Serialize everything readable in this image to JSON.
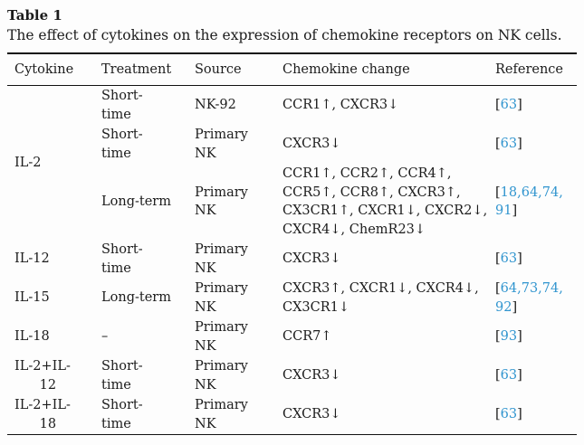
{
  "accent_color": "#3195cf",
  "text_color": "#1c1c1c",
  "table": {
    "title": "Table 1",
    "caption": "The effect of cytokines on the expression of chemokine receptors on NK cells.",
    "columns": [
      "Cytokine",
      "Treatment",
      "Source",
      "Chemokine change",
      "Reference"
    ],
    "rows": [
      {
        "cytokine": "IL-2",
        "cytokine_rowspan": 3,
        "treatment": "Short-\ntime",
        "source": "NK-92",
        "chemokine": "CCR1↑, CXCR3↓",
        "ref": "63"
      },
      {
        "treatment": "Short-\ntime",
        "source": "Primary\nNK",
        "chemokine": "CXCR3↓",
        "ref": "63"
      },
      {
        "treatment": "Long-term",
        "source": "Primary\nNK",
        "chemokine": "CCR1↑, CCR2↑, CCR4↑,\nCCR5↑, CCR8↑, CXCR3↑,\nCX3CR1↑, CXCR1↓, CXCR2↓,\nCXCR4↓, ChemR23↓",
        "ref": "18,64,74,\n91"
      },
      {
        "cytokine": "IL-12",
        "treatment": "Short-\ntime",
        "source": "Primary\nNK",
        "chemokine": "CXCR3↓",
        "ref": "63"
      },
      {
        "cytokine": "IL-15",
        "treatment": "Long-term",
        "source": "Primary\nNK",
        "chemokine": "CXCR3↑, CXCR1↓, CXCR4↓,\nCX3CR1↓",
        "ref": "64,73,74,\n92"
      },
      {
        "cytokine": "IL-18",
        "treatment": "–",
        "source": "Primary\nNK",
        "chemokine": "CCR7↑",
        "ref": "93"
      },
      {
        "cytokine": "IL-2+IL-\n      12",
        "treatment": "Short-\ntime",
        "source": "Primary\nNK",
        "chemokine": "CXCR3↓",
        "ref": "63"
      },
      {
        "cytokine": "IL-2+IL-\n      18",
        "treatment": "Short-\ntime",
        "source": "Primary\nNK",
        "chemokine": "CXCR3↓",
        "ref": "63"
      }
    ]
  }
}
